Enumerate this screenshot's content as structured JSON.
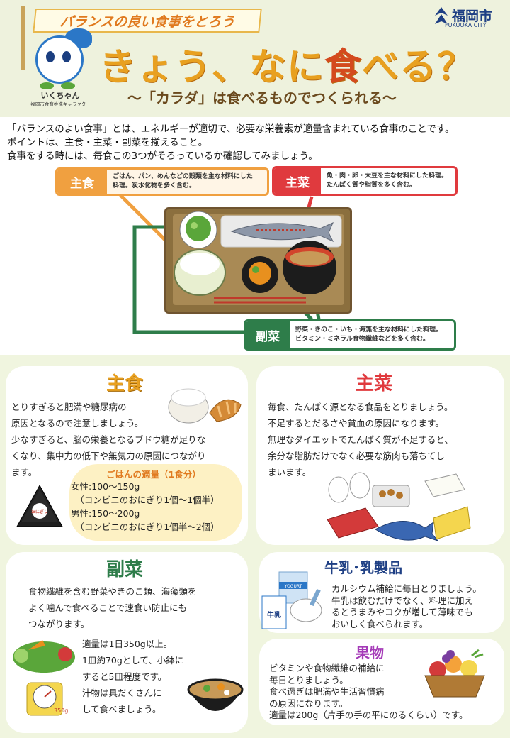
{
  "header": {
    "banner": "バランスの良い食事をとろう",
    "title_pre": "きょう、なに",
    "title_hl": "食",
    "title_post": "べる？",
    "subtitle": "～「カラダ」は食べるものでつくられる～",
    "city_name": "福岡市",
    "city_en": "FUKUOKA CITY",
    "mascot_name": "いくちゃん",
    "mascot_sub": "福岡市食育推進キャラクター"
  },
  "intro": {
    "line1": "「バランスのよい食事」とは、エネルギーが適切で、必要な栄養素が適量含まれている食事のことです。",
    "line2": "ポイントは、主食・主菜・副菜を揃えること。",
    "line3": "食事をする時には、毎食この3つがそろっているか確認してみましょう。"
  },
  "diagram": {
    "shushoku": {
      "label": "主食",
      "line1": "ごはん、パン、めんなどの穀類を主な材料にした",
      "line2": "料理。炭水化物を多く含む。"
    },
    "shusai": {
      "label": "主菜",
      "line1": "魚・肉・卵・大豆を主な材料にした料理。",
      "line2": "たんぱく質や脂質を多く含む。"
    },
    "fukusai": {
      "label": "副菜",
      "line1": "野菜・きのこ・いも・海藻を主な材料にした料理。",
      "line2": "ビタミン・ミネラル食物繊維などを多く含む。"
    }
  },
  "cards": {
    "shushoku": {
      "title": "主食",
      "lines": [
        "とりすぎると肥満や糖尿病の",
        "原因となるので注意しましょう。",
        "少なすぎると、脳の栄養となるブドウ糖が足りな",
        "くなり、集中力の低下や無気力の原因につながり",
        "ます。"
      ],
      "box_title": "ごはんの適量（1食分）",
      "box_lines": [
        "女性:100～150g",
        "　（コンビニのおにぎり1個～1個半）",
        "男性:150～200g",
        "　（コンビニのおにぎり1個半～2個）"
      ],
      "onigiri_label": "おにぎり"
    },
    "shusai": {
      "title": "主菜",
      "lines": [
        "毎食、たんぱく源となる食品をとりましょう。",
        "不足するとだるさや貧血の原因になります。",
        "無理なダイエットでたんぱく質が不足すると、",
        "余分な脂肪だけでなく必要な筋肉も落ちてし",
        "まいます。"
      ]
    },
    "fukusai": {
      "title": "副菜",
      "lines": [
        "食物繊維を含む野菜やきのこ類、海藻類を",
        "よく噛んで食べることで速食い防止にも",
        "つながります。"
      ],
      "lines2": [
        "適量は1日350g以上。",
        "1皿約70gとして、小鉢に",
        "すると5皿程度です。",
        "汁物は具だくさんに",
        "して食べましょう。"
      ],
      "scale_label": "350g"
    },
    "milk": {
      "title": "牛乳･乳製品",
      "lines": [
        "カルシウム補給に毎日とりましょう。",
        "牛乳は飲むだけでなく、料理に加え",
        "るとうまみやコクが増して薄味でも",
        "おいしく食べられます。"
      ],
      "yogurt": "YOGURT",
      "milk": "牛乳"
    },
    "fruit": {
      "title": "果物",
      "lines": [
        "ビタミンや食物繊維の補給に",
        "毎日とりましょう。",
        "食べ過ぎは肥満や生活習慣病",
        "の原因になります。",
        "適量は200g（片手の手の平にのるくらい）です。"
      ]
    }
  },
  "colors": {
    "orange": "#f0a040",
    "red": "#e03a3e",
    "green": "#2e7d4a",
    "blue_title": "#1e3f84",
    "fruit_title": "#a53bb8"
  }
}
